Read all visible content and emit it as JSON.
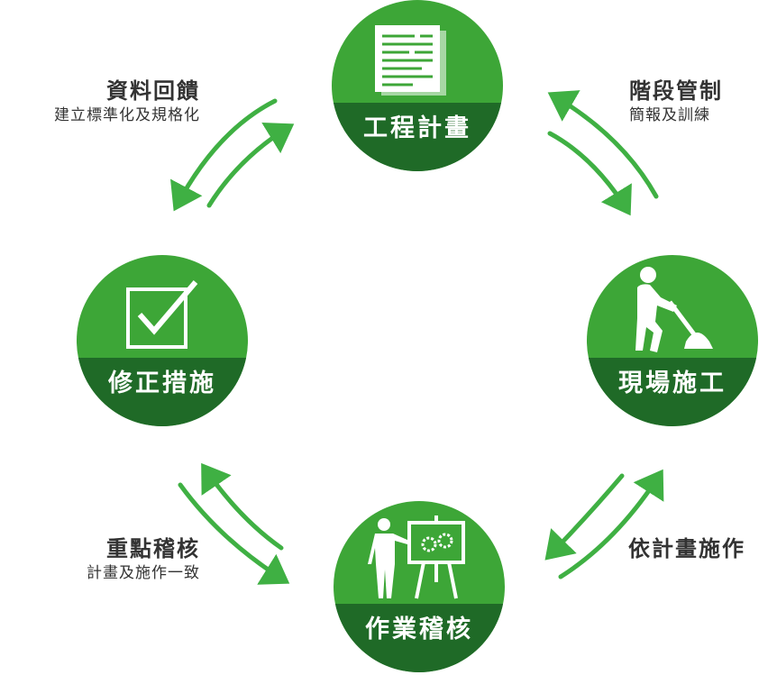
{
  "colors": {
    "green": "#3da637",
    "dark_green": "#1f6a27",
    "arrow": "#3fb043",
    "text": "#333333"
  },
  "nodes": {
    "top": {
      "label": "工程計畫",
      "icon": "document-icon"
    },
    "right": {
      "label": "現場施工",
      "icon": "digging-worker-icon"
    },
    "bottom": {
      "label": "作業稽核",
      "icon": "presenter-gears-board-icon"
    },
    "left": {
      "label": "修正措施",
      "icon": "checkbox-icon"
    }
  },
  "captions": {
    "top_right": {
      "title": "階段管制",
      "sub": "簡報及訓練"
    },
    "bottom_right": {
      "title": "依計畫施作"
    },
    "bottom_left": {
      "title": "重點稽核",
      "sub": "計畫及施作一致"
    },
    "top_left": {
      "title": "資料回饋",
      "sub": "建立標準化及規格化"
    }
  }
}
